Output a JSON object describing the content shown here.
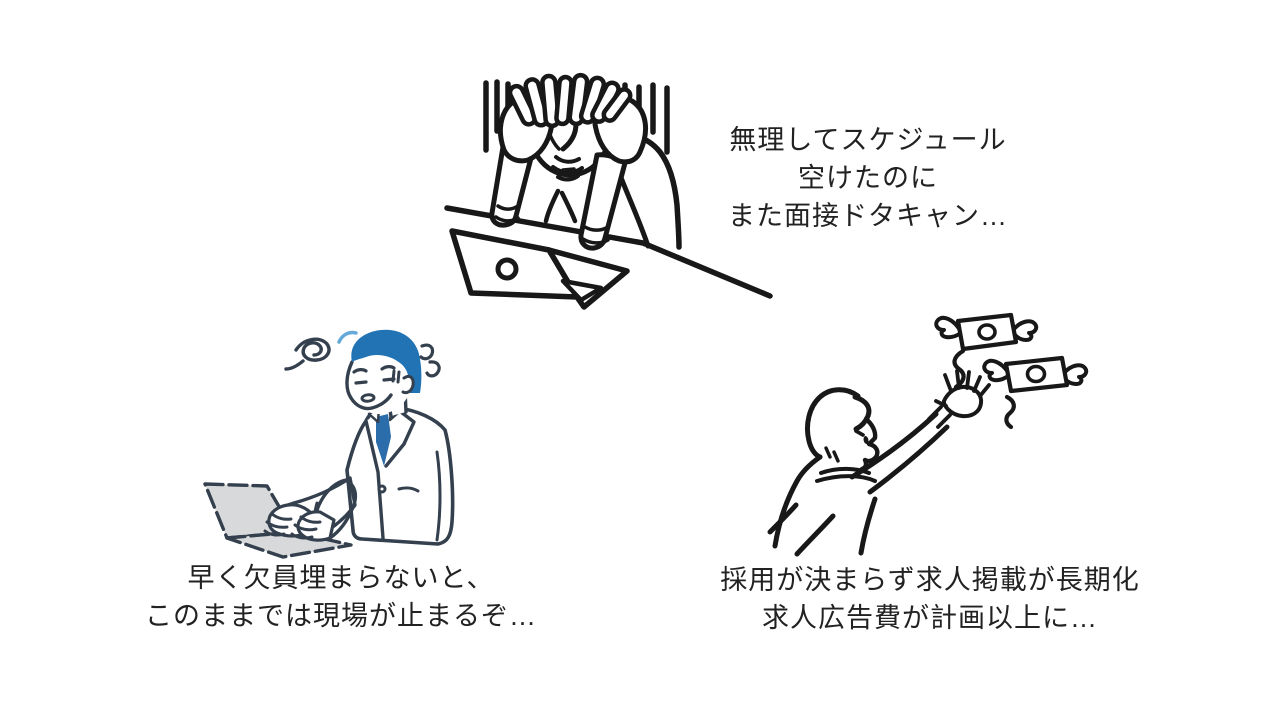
{
  "colors": {
    "background": "#ffffff",
    "ink": "#181818",
    "navy": "#34404e",
    "hair_blue": "#2173b4",
    "hair_highlight": "#64a9d8",
    "tie_blue": "#2b6dab",
    "suit_dot": "#7ec2d8",
    "laptop_gray": "#d8d9da",
    "caption_text": "#222222"
  },
  "scenes": [
    {
      "id": "interview-cancellation",
      "illustration": "stressed-person-head-in-hands-at-laptop",
      "caption_lines": [
        "無理してスケジュール",
        "空けたのに",
        "また面接ドタキャン…"
      ]
    },
    {
      "id": "vacancy-pressure",
      "illustration": "worried-blue-haired-businessman-typing",
      "caption_lines": [
        "早く欠員埋まらないと、",
        "このままでは現場が止まるぞ…"
      ]
    },
    {
      "id": "ad-cost-overrun",
      "illustration": "person-reaching-for-winged-money",
      "caption_lines": [
        "採用が決まらず求人掲載が長期化",
        "求人広告費が計画以上に…"
      ]
    }
  ]
}
